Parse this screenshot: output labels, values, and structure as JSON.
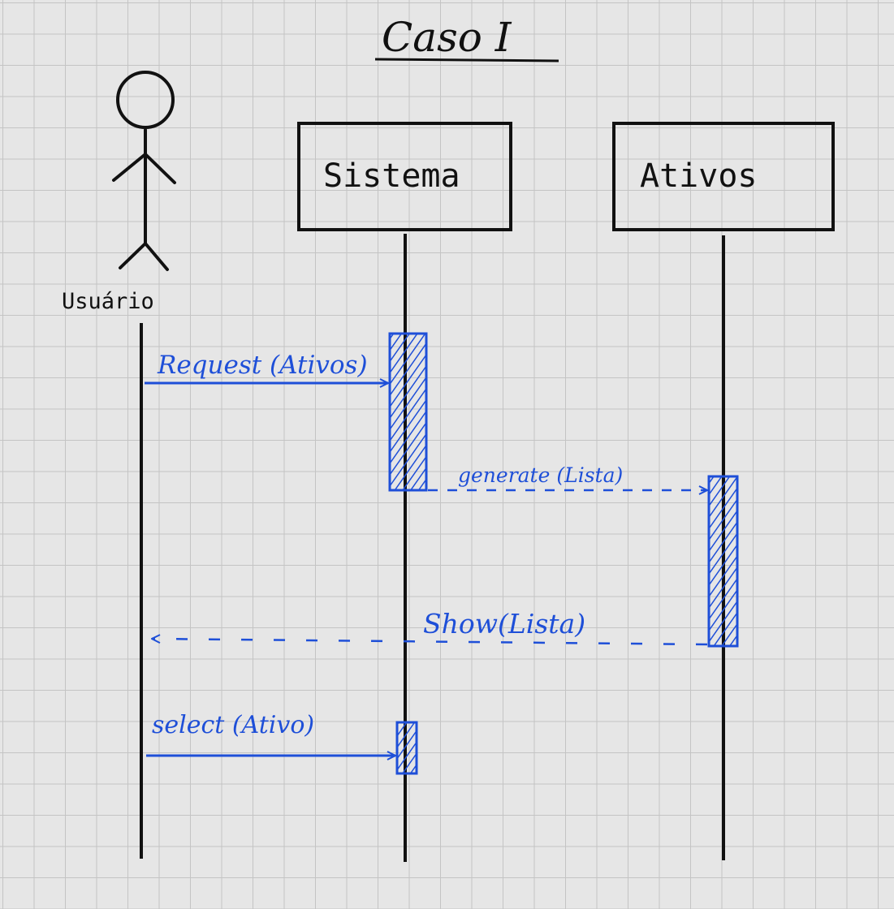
{
  "title": "Caso I",
  "actor": {
    "label": "Usuário"
  },
  "participants": [
    {
      "id": "sistema",
      "label": "Sistema"
    },
    {
      "id": "ativos",
      "label": "Ativos"
    }
  ],
  "messages": [
    {
      "label": "Request (Ativos)",
      "style": "solid"
    },
    {
      "label": "generate (Lista)",
      "style": "dashed"
    },
    {
      "label": "Show(Lista)",
      "style": "dashed"
    },
    {
      "label": "select (Ativo)",
      "style": "solid"
    }
  ],
  "colors": {
    "ink": "#111111",
    "message": "#1e4fd8",
    "paper": "#e6e6e6",
    "grid": "#c4c4c4"
  }
}
